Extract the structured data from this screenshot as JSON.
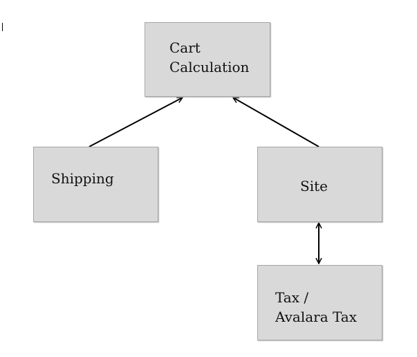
{
  "nodes": {
    "cart": {
      "line1": "Cart",
      "line2": "Calculation"
    },
    "shipping": {
      "label": "Shipping"
    },
    "site": {
      "label": "Site"
    },
    "tax": {
      "line1": "Tax /",
      "line2": "Avalara Tax"
    }
  },
  "edges": [
    {
      "from": "Shipping",
      "to": "Cart Calculation",
      "direction": "forward"
    },
    {
      "from": "Site",
      "to": "Cart Calculation",
      "direction": "forward"
    },
    {
      "from": "Site",
      "to": "Tax / Avalara Tax",
      "direction": "both"
    }
  ]
}
